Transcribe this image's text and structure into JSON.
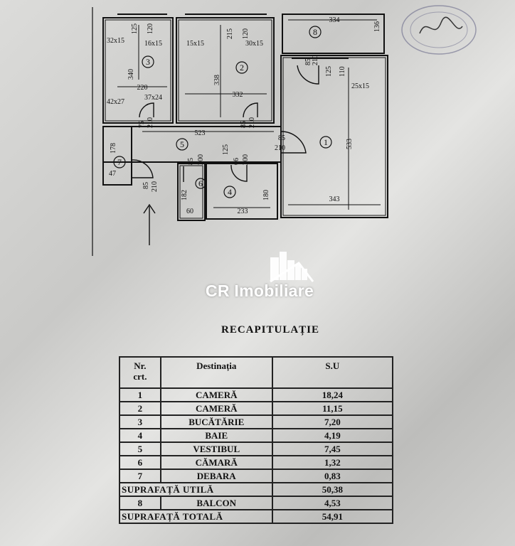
{
  "watermark": {
    "brand": "CR Imobiliare"
  },
  "title": "RECAPITULAȚIE",
  "table": {
    "headers": {
      "nr_line1": "Nr.",
      "nr_line2": "crt.",
      "destination": "Destinația",
      "area": "S.U"
    },
    "rows": [
      {
        "nr": "1",
        "name": "CAMERĂ",
        "area": "18,24"
      },
      {
        "nr": "2",
        "name": "CAMERĂ",
        "area": "11,15"
      },
      {
        "nr": "3",
        "name": "BUCĂTĂRIE",
        "area": "7,20"
      },
      {
        "nr": "4",
        "name": "BAIE",
        "area": "4,19"
      },
      {
        "nr": "5",
        "name": "VESTIBUL",
        "area": "7,45"
      },
      {
        "nr": "6",
        "name": "CĂMARĂ",
        "area": "1,32"
      },
      {
        "nr": "7",
        "name": "DEBARA",
        "area": "0,83"
      }
    ],
    "useful": {
      "label": "SUPRAFAȚĂ UTILĂ",
      "area": "50,38"
    },
    "balcony": {
      "nr": "8",
      "name": "BALCON",
      "area": "4,53"
    },
    "total": {
      "label": "SUPRAFAȚĂ TOTALĂ",
      "area": "54,91"
    }
  },
  "plan": {
    "room_numbers": [
      "1",
      "2",
      "3",
      "4",
      "5",
      "6",
      "7",
      "8"
    ],
    "dims": {
      "d334": "334",
      "d136": "136",
      "d125a": "125",
      "d120a": "120",
      "d16x15": "16x15",
      "d32x15": "32x15",
      "d215": "215",
      "d120b": "120",
      "d15x15": "15x15",
      "d30x15": "30x15",
      "d340": "340",
      "d338": "338",
      "d220": "220",
      "d332": "332",
      "d42x27": "42x27",
      "d37x24": "37x24",
      "d85a": "85",
      "d210a": "210",
      "d125b": "125",
      "d110": "110",
      "d25x15": "25x15",
      "d533": "533",
      "d75": "75",
      "d210b": "210",
      "d85b": "85",
      "d210c": "210",
      "d523": "523",
      "d85c": "85",
      "d210d": "210",
      "d178": "178",
      "d47": "47",
      "d85d": "85",
      "d200a": "200",
      "d125c": "125",
      "d66": "66",
      "d200b": "200",
      "d85e": "85",
      "d210e": "210",
      "d182": "182",
      "d180": "180",
      "d233": "233",
      "d60": "60",
      "d343": "343"
    }
  }
}
